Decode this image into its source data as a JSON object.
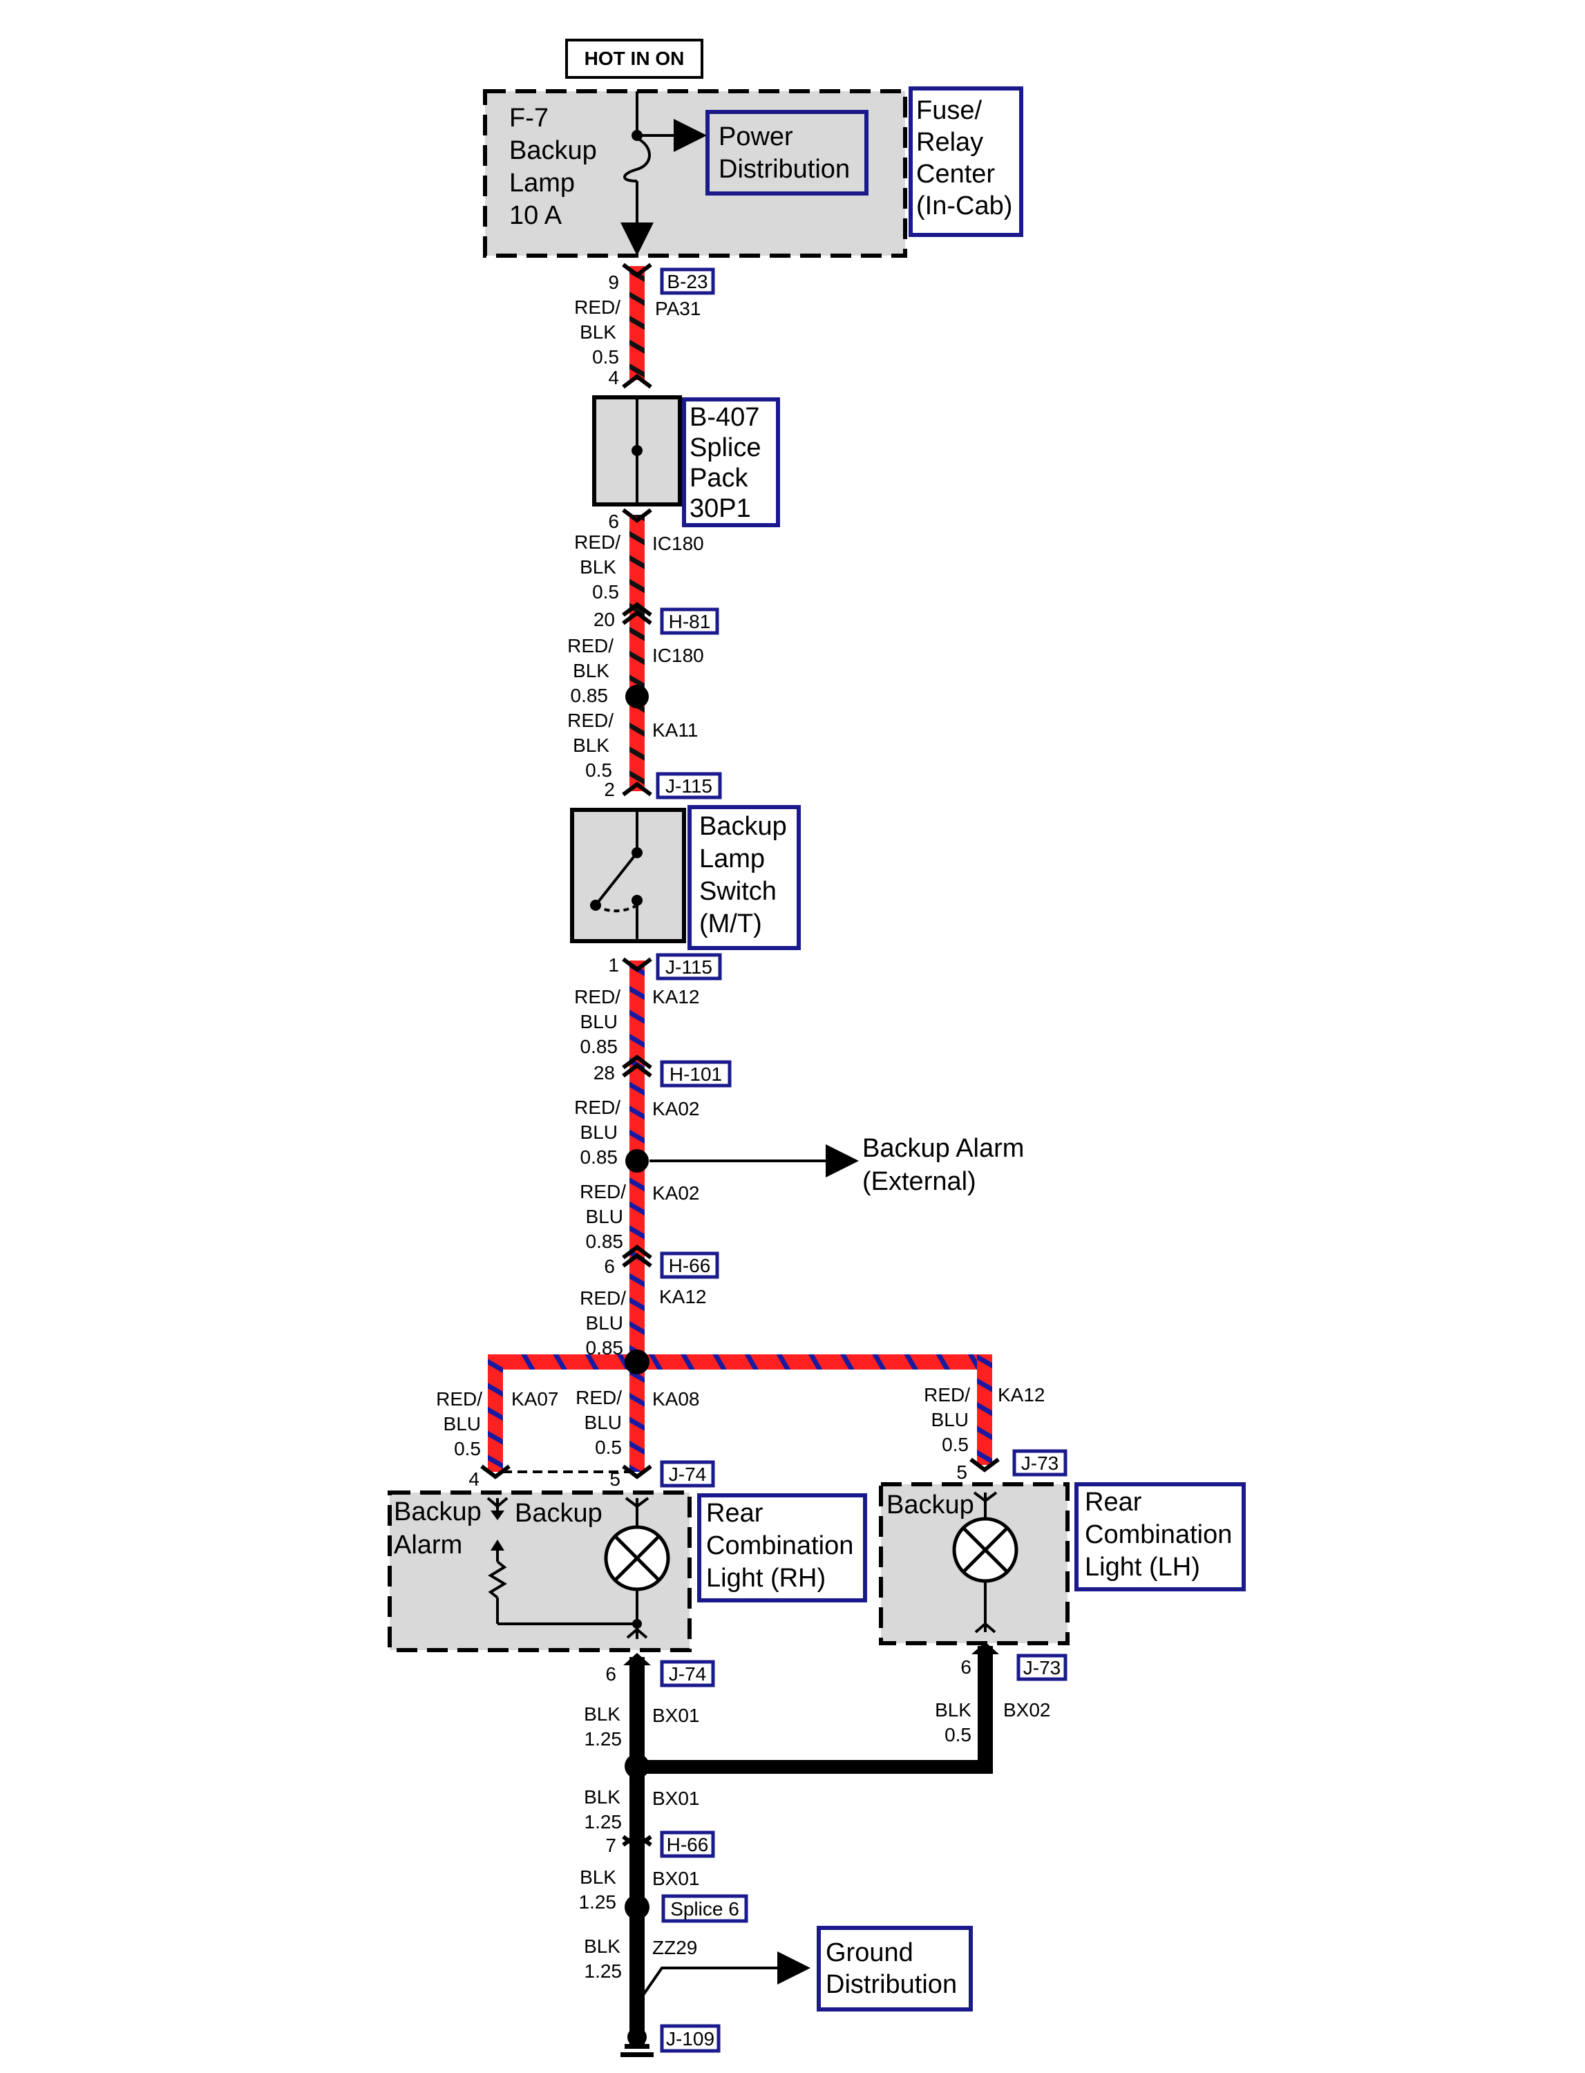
{
  "header_badge": "HOT IN ON",
  "fuse": {
    "line1": "F-7",
    "line2": "Backup",
    "line3": "Lamp",
    "line4": "10 A"
  },
  "power_distribution": {
    "line1": "Power",
    "line2": "Distribution"
  },
  "fuse_relay_center": {
    "line1": "Fuse/",
    "line2": "Relay",
    "line3": "Center",
    "line4": "(In-Cab)"
  },
  "splice_pack": {
    "line1": "B-407",
    "line2": "Splice",
    "line3": "Pack",
    "line4": "30P1"
  },
  "backup_lamp_switch": {
    "line1": "Backup",
    "line2": "Lamp",
    "line3": "Switch",
    "line4": "(M/T)"
  },
  "backup_alarm_external": {
    "line1": "Backup Alarm",
    "line2": "(External)"
  },
  "backup_alarm_component": {
    "line1": "Backup",
    "line2": "Alarm"
  },
  "backup_lamp_rh_label": "Backup",
  "backup_lamp_lh_label": "Backup",
  "rear_combo_rh": {
    "line1": "Rear",
    "line2": "Combination",
    "line3": "Light (RH)"
  },
  "rear_combo_lh": {
    "line1": "Rear",
    "line2": "Combination",
    "line3": "Light (LH)"
  },
  "ground_distribution": {
    "line1": "Ground",
    "line2": "Distribution"
  },
  "connectors": {
    "b23": "B-23",
    "h81": "H-81",
    "j115_top": "J-115",
    "j115_bottom": "J-115",
    "h101": "H-101",
    "h66_top": "H-66",
    "j74_top": "J-74",
    "j73_top": "J-73",
    "j74_bottom": "J-74",
    "j73_bottom": "J-73",
    "h66_bottom": "H-66",
    "splice6": "Splice 6",
    "j109": "J-109"
  },
  "pins": {
    "b23": "9",
    "spl_in": "4",
    "spl_out": "6",
    "h81": "20",
    "j115_in": "2",
    "j115_out": "1",
    "h101": "28",
    "h66": "6",
    "alarm": "4",
    "rh": "5",
    "lh": "5",
    "rh_gnd": "6",
    "lh_gnd": "6",
    "h66_gnd": "7"
  },
  "wires": {
    "pa31": {
      "color_l1": "RED/",
      "color_l2": "BLK",
      "size": "0.5",
      "circuit": "PA31"
    },
    "ic180a": {
      "color_l1": "RED/",
      "color_l2": "BLK",
      "size": "0.5",
      "circuit": "IC180"
    },
    "ic180b": {
      "color_l1": "RED/",
      "color_l2": "BLK",
      "size": "0.85",
      "circuit": "IC180"
    },
    "ka11": {
      "color_l1": "RED/",
      "color_l2": "BLK",
      "size": "0.5",
      "circuit": "KA11"
    },
    "ka12a": {
      "color_l1": "RED/",
      "color_l2": "BLU",
      "size": "0.85",
      "circuit": "KA12"
    },
    "ka02a": {
      "color_l1": "RED/",
      "color_l2": "BLU",
      "size": "0.85",
      "circuit": "KA02"
    },
    "ka02b": {
      "color_l1": "RED/",
      "color_l2": "BLU",
      "size": "0.85",
      "circuit": "KA02"
    },
    "ka12b": {
      "color_l1": "RED/",
      "color_l2": "BLU",
      "size": "0.85",
      "circuit": "KA12"
    },
    "ka07": {
      "color_l1": "RED/",
      "color_l2": "BLU",
      "size": "0.5",
      "circuit": "KA07"
    },
    "ka08": {
      "color_l1": "RED/",
      "color_l2": "BLU",
      "size": "0.5",
      "circuit": "KA08"
    },
    "ka12c": {
      "color_l1": "RED/",
      "color_l2": "BLU",
      "size": "0.5",
      "circuit": "KA12"
    },
    "bx01a": {
      "color": "BLK",
      "size": "1.25",
      "circuit": "BX01"
    },
    "bx02": {
      "color": "BLK",
      "size": "0.5",
      "circuit": "BX02"
    },
    "bx01b": {
      "color": "BLK",
      "size": "1.25",
      "circuit": "BX01"
    },
    "bx01c": {
      "color": "BLK",
      "size": "1.25",
      "circuit": "BX01"
    },
    "zz29": {
      "color": "BLK",
      "size": "1.25",
      "circuit": "ZZ29"
    }
  },
  "colors": {
    "wire_red": "#ff2020",
    "wire_stripe_blk": "#111111",
    "wire_stripe_blu": "#1a1aa0",
    "box_border": "#1a1a8c",
    "component_fill": "#d9d9d9"
  }
}
